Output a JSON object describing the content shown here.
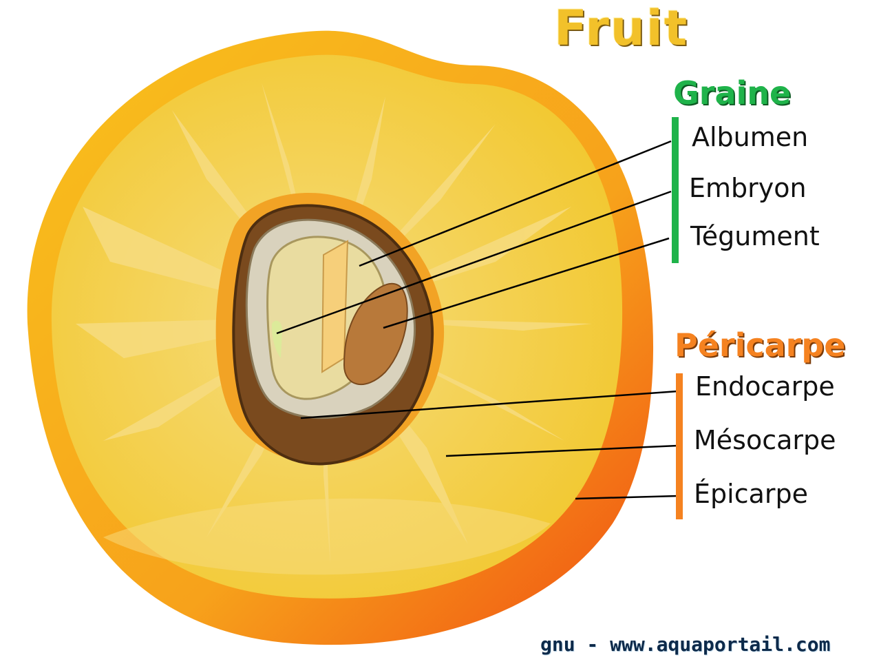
{
  "title": "Fruit",
  "groups": {
    "graine": {
      "title": "Graine",
      "color": "#1fb34a",
      "labels": [
        "Albumen",
        "Embryon",
        "Tégument"
      ]
    },
    "pericarpe": {
      "title": "Péricarpe",
      "color": "#f58220",
      "labels": [
        "Endocarpe",
        "Mésocarpe",
        "Épicarpe"
      ]
    }
  },
  "colors": {
    "epicarp": "#f7a21b",
    "mesocarp": "#f3c834",
    "flesh_light": "#f7d970",
    "endocarp": "#7a4a1e",
    "seed_coat": "#d9d2bd",
    "albumen": "#e9dca0"
  },
  "watermark": "gnu - www.aquaportail.com"
}
